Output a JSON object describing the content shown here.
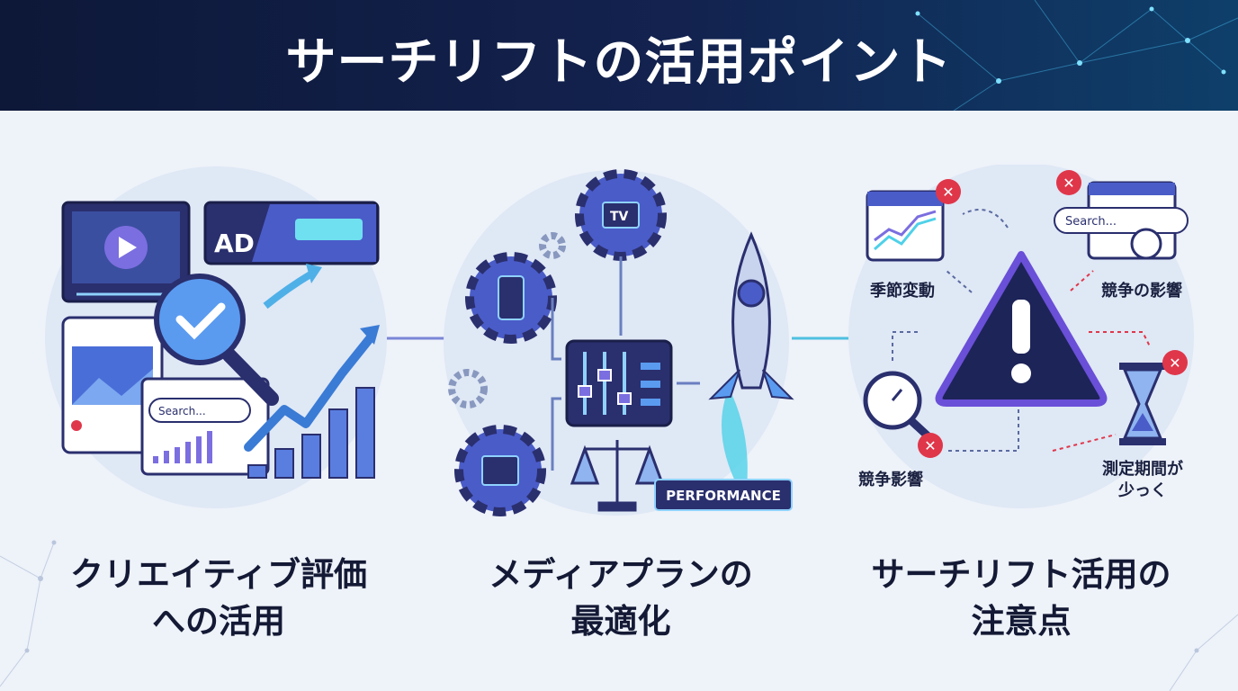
{
  "title": "サーチリフトの活用ポイント",
  "panels": [
    {
      "caption_line1": "クリエイティブ評価",
      "caption_line2": "への活用",
      "icons": [
        "video-player-icon",
        "ad-banner-icon",
        "magnifier-check-icon",
        "social-post-icon",
        "search-window-icon",
        "growth-bar-chart-icon"
      ],
      "ad_label": "AD",
      "search_placeholder": "Search..."
    },
    {
      "caption_line1": "メディアプランの",
      "caption_line2": "最適化",
      "icons": [
        "gear-tv-icon",
        "gear-smartphone-icon",
        "gear-web-icon",
        "mixer-sliders-icon",
        "balance-scale-icon",
        "rocket-icon"
      ],
      "tv_label": "TV",
      "performance_label": "PERFORMANCE"
    },
    {
      "caption_line1": "サーチリフト活用の",
      "caption_line2": "注意点",
      "icons": [
        "warning-triangle-icon",
        "calendar-chart-icon",
        "search-competition-icon",
        "stopwatch-magnifier-icon",
        "hourglass-icon"
      ],
      "search_placeholder": "Search...",
      "labels": {
        "seasonal": "季節変動",
        "competition": "競争の影響",
        "competition_short": "競争影響",
        "short_period_line1": "測定期間が",
        "short_period_line2": "少っく"
      }
    }
  ],
  "colors": {
    "header_bg": "#0d1838",
    "accent_blue": "#3a7bd5",
    "accent_purple": "#6a4fd8",
    "accent_cyan": "#4fd1e8",
    "alert_red": "#e0364a"
  }
}
